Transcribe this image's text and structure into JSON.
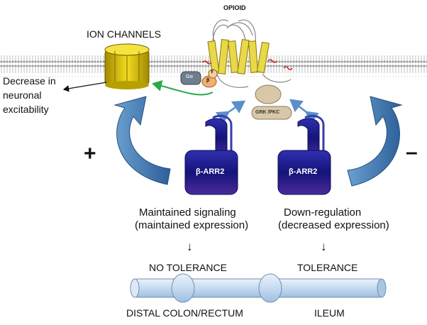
{
  "labels": {
    "opioid": "OPIOID",
    "ion_channels": "ION CHANNELS",
    "decrease_line1": "Decrease in",
    "decrease_line2": "neuronal",
    "decrease_line3": "excitability",
    "g_alpha": "Gα",
    "g_gamma": "γ",
    "g_beta": "β",
    "grk_pkc": "GRK /PKC",
    "barr_left": "β-ARR2",
    "barr_right": "β-ARR2",
    "plus": "+",
    "minus": "–",
    "maintained_line1": "Maintained signaling",
    "maintained_line2": "(maintained expression)",
    "downreg_line1": "Down-regulation",
    "downreg_line2": "(decreased expression)",
    "down_arrow_left": "↓",
    "down_arrow_right": "↓",
    "no_tolerance": "NO TOLERANCE",
    "tolerance": "TOLERANCE",
    "distal_colon": "DISTAL COLON/RECTUM",
    "ileum": "ILEUM"
  },
  "colors": {
    "membrane": "#b8b8b8",
    "receptor": "#e8d84a",
    "ion_channel": "#e0c800",
    "barr_body": "#1a1a8a",
    "curved_arrow": "#3d7ab5",
    "g_protein_green_arrow": "#2aa84a",
    "intestine": "#c8dcf0",
    "grk": "#d8c8a8"
  }
}
